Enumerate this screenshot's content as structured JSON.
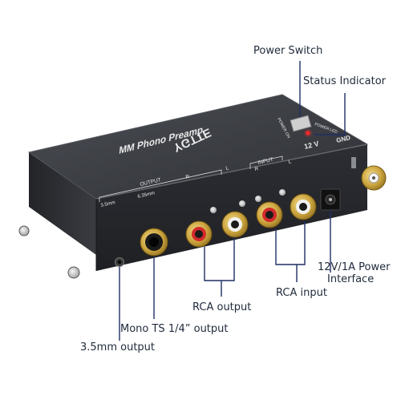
{
  "device": {
    "brand": "YGTTE",
    "model": "MM Phono Preamp",
    "panel": {
      "power_on": "POWER ON",
      "power_led": "POWER LED",
      "input": "INPUT",
      "output": "OUTPUT",
      "r": "R",
      "l": "L",
      "size_35": "3.5mm",
      "size_635": "6.35mm",
      "voltage": "12 V",
      "gnd": "GND"
    }
  },
  "labels": {
    "power_switch": "Power  Switch",
    "status_indicator": "Status Indicator",
    "power_interface_line1": "12V/1A Power",
    "power_interface_line2": "Interface",
    "rca_input": "RCA input",
    "rca_output": "RCA output",
    "mono_output": "Mono TS 1/4” output",
    "output_35": "3.5mm output"
  },
  "colors": {
    "callout_line": "#1f2f63",
    "body_dark": "#2b2d31",
    "gold": "#c9a23c",
    "red_ring": "#d22a2a",
    "white_ring": "#f2f2f2",
    "led": "#ff2a2a"
  }
}
